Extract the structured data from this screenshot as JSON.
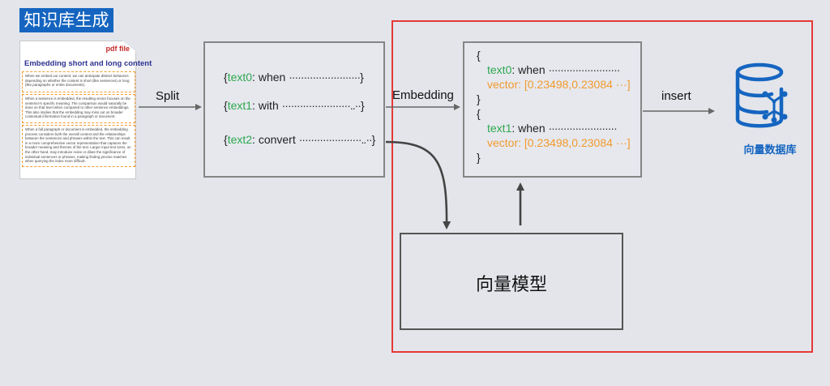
{
  "header": {
    "title": "知识库生成"
  },
  "pdf": {
    "label": "pdf file",
    "heading": "Embedding short and long content",
    "chunks": [
      "When we embed our content, we can anticipate distinct behaviors depending on whether the content is short (like sentences) or long (like paragraphs or entire documents).",
      "When a sentence is embedded, the resulting vector focuses on the sentence's specific meaning. The comparison would naturally be done on that level when compared to other sentence embeddings. This also implies that the embedding may miss out on broader contextual information found in a paragraph or document.",
      "When a full paragraph or document is embedded, the embedding process considers both the overall context and the relationships between the sentences and phrases within the text. This can result in a more comprehensive vector representation that captures the broader meaning and themes of the text. Larger input text sizes, on the other hand, may introduce noise or dilute the significance of individual sentences or phrases, making finding precise matches when querying the index more difficult."
    ]
  },
  "split": {
    "label": "Split",
    "items": [
      {
        "key": "text0",
        "word": "when",
        "dots": "························",
        "close": "}"
      },
      {
        "key": "text1",
        "word": "with",
        "dots": "·······················..··",
        "close": "}"
      },
      {
        "key": "text2",
        "word": "convert",
        "dots": "·····················..··",
        "close": "}"
      }
    ]
  },
  "embedding": {
    "label": "Embedding",
    "open_brace": "{",
    "close_brace": "}",
    "records": [
      {
        "key": "text0",
        "word": "when",
        "dots": "························",
        "vector_key": "vector:",
        "vector_val": "[0.23498,0.23084 ···]"
      },
      {
        "key": "text1",
        "word": "when",
        "dots": "·······················",
        "vector_key": "vector:",
        "vector_val": "[0.23498,0.23084 ···]"
      }
    ]
  },
  "insert": {
    "label": "insert"
  },
  "model": {
    "label": "向量模型"
  },
  "database": {
    "label": "向量数据库",
    "icon": "database-network-icon",
    "color": "#1565c0"
  },
  "colors": {
    "key": "#2ea84f",
    "vector": "#f29a2e",
    "highlight_frame": "#e53935",
    "badge": "#1565c0"
  }
}
